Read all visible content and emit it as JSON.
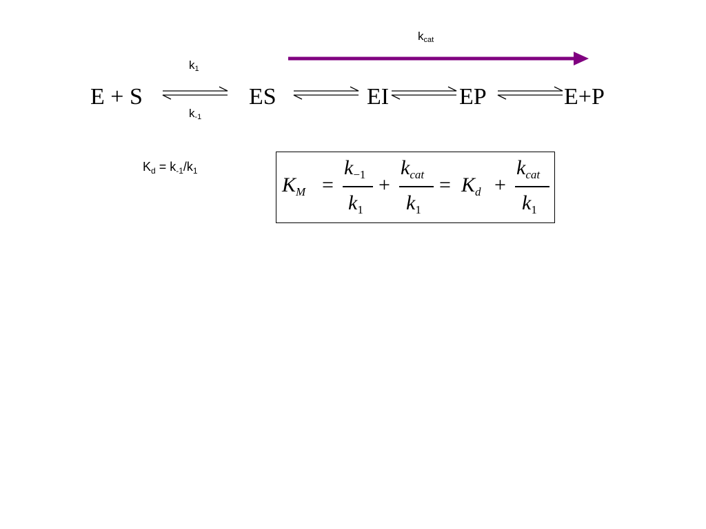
{
  "reaction": {
    "species": [
      "E + S",
      "ES",
      "EI",
      "EP",
      "E+P"
    ],
    "forward_rate": {
      "base": "k",
      "sub": "1"
    },
    "reverse_rate": {
      "base": "k",
      "sub": "-1"
    },
    "catalytic_rate": {
      "base": "k",
      "sub": "cat"
    }
  },
  "dissociation": {
    "lhs_base": "K",
    "lhs_sub": "d",
    "op": " = ",
    "num_base": "k",
    "num_sub": "-1",
    "slash": "/",
    "den_base": "k",
    "den_sub": "1"
  },
  "equation": {
    "lhs_base": "K",
    "lhs_sub": "M",
    "eq": "=",
    "plus": "+",
    "f1_num_base": "k",
    "f1_num_sub": "−1",
    "f1_den_base": "k",
    "f1_den_sub": "1",
    "f2_num_base": "k",
    "f2_num_sub": "cat",
    "f2_den_base": "k",
    "f2_den_sub": "1",
    "kd_base": "K",
    "kd_sub": "d",
    "f3_num_base": "k",
    "f3_num_sub": "cat",
    "f3_den_base": "k",
    "f3_den_sub": "1"
  },
  "colors": {
    "catalytic_arrow": "#800080",
    "ink": "#000000"
  }
}
